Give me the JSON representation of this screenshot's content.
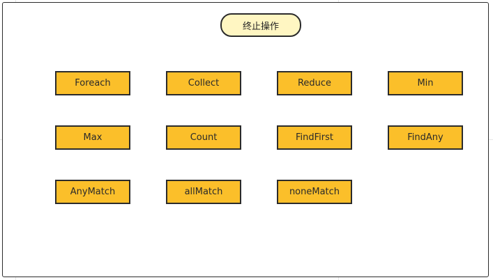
{
  "diagram": {
    "title": "终止操作",
    "colors": {
      "title_fill": "#fff6c2",
      "box_fill": "#fbbf2a",
      "stroke": "#2b2b2b"
    },
    "operations": [
      {
        "label": "Foreach"
      },
      {
        "label": "Collect"
      },
      {
        "label": "Reduce"
      },
      {
        "label": "Min"
      },
      {
        "label": "Max"
      },
      {
        "label": "Count"
      },
      {
        "label": "FindFirst"
      },
      {
        "label": "FindAny"
      },
      {
        "label": "AnyMatch"
      },
      {
        "label": "allMatch"
      },
      {
        "label": "noneMatch"
      }
    ]
  }
}
